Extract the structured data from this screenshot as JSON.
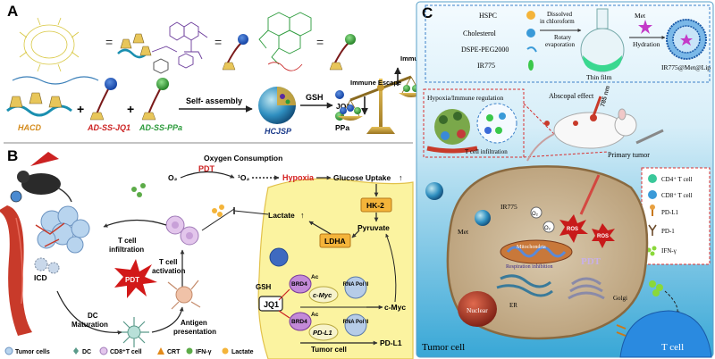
{
  "panel_a": {
    "letter": "A",
    "components": [
      "HACD",
      "AD-SS-JQ1",
      "AD-SS-PPa"
    ],
    "self_assembly": "Self- assembly",
    "product": "HCJSP",
    "gsh": "GSH",
    "released": [
      "JQ1",
      "PPa"
    ],
    "scale_left": "Immune Escape",
    "scale_right": "Immune Activation"
  },
  "panel_b": {
    "letter": "B",
    "o2": "O₂",
    "pdt": "PDT",
    "singlet": "¹O₂",
    "oxygen_consumption": "Oxygen Consumption",
    "hypoxia": "Hypoxia",
    "glucose": "Glucose Uptake",
    "hk2": "HK-2",
    "lactate": "Lactate",
    "pyruvate": "Pyruvate",
    "ldha": "LDHA",
    "cmyc_gene": "c-Myc",
    "cmyc_protein": "c-Myc",
    "pdl1_gene": "PD-L1",
    "pdl1_protein": "PD-L1",
    "brd4": "BRD4",
    "ac": "Ac",
    "rna_pol": "RNA Pol II",
    "jq1": "JQ1",
    "gsh": "GSH",
    "tumor_cell": "Tumor cell",
    "t_infil": "T cell infiltration",
    "t_act": "T cell activation",
    "antigen": "Antigen presentation",
    "dc_mat": "DC Maturation",
    "icd": "ICD",
    "pdt_burst": "PDT",
    "legend": [
      "Tumor cells",
      "DC",
      "CD8⁺T cell",
      "CRT",
      "IFN-γ",
      "Lactate"
    ]
  },
  "panel_c": {
    "letter": "C",
    "prep_items": [
      "HSPC",
      "Cholesterol",
      "DSPE-PEG2000",
      "IR775"
    ],
    "step1": "Dissolved in chloroform",
    "step2": "Rotary evaporation",
    "thin_film": "Thin film",
    "met": "Met",
    "hydration": "Hydration",
    "product": "IR775@Met@Lip",
    "hypoxia_box": "Hypoxia/Immune regulation",
    "t_infil": "T cell infiltration",
    "abscopal": "Abscopal effect",
    "laser": "785 nm",
    "primary": "Primary tumor",
    "legend": [
      "CD4⁺ T cell",
      "CD8⁺ T cell",
      "PD-L1",
      "PD-1",
      "IFN-γ"
    ],
    "cell_labels": {
      "ir": "IR775",
      "met": "Met",
      "o2a": "O₂",
      "o2b": "O₂",
      "ros": "ROS",
      "mito": "Mitochondria",
      "resp": "Respiration inhibition",
      "pdt": "PDT",
      "er": "ER",
      "golgi": "Golgi",
      "nuclear": "Nuclear"
    },
    "tumor_cell": "Tumor cell",
    "t_cell": "T cell"
  }
}
